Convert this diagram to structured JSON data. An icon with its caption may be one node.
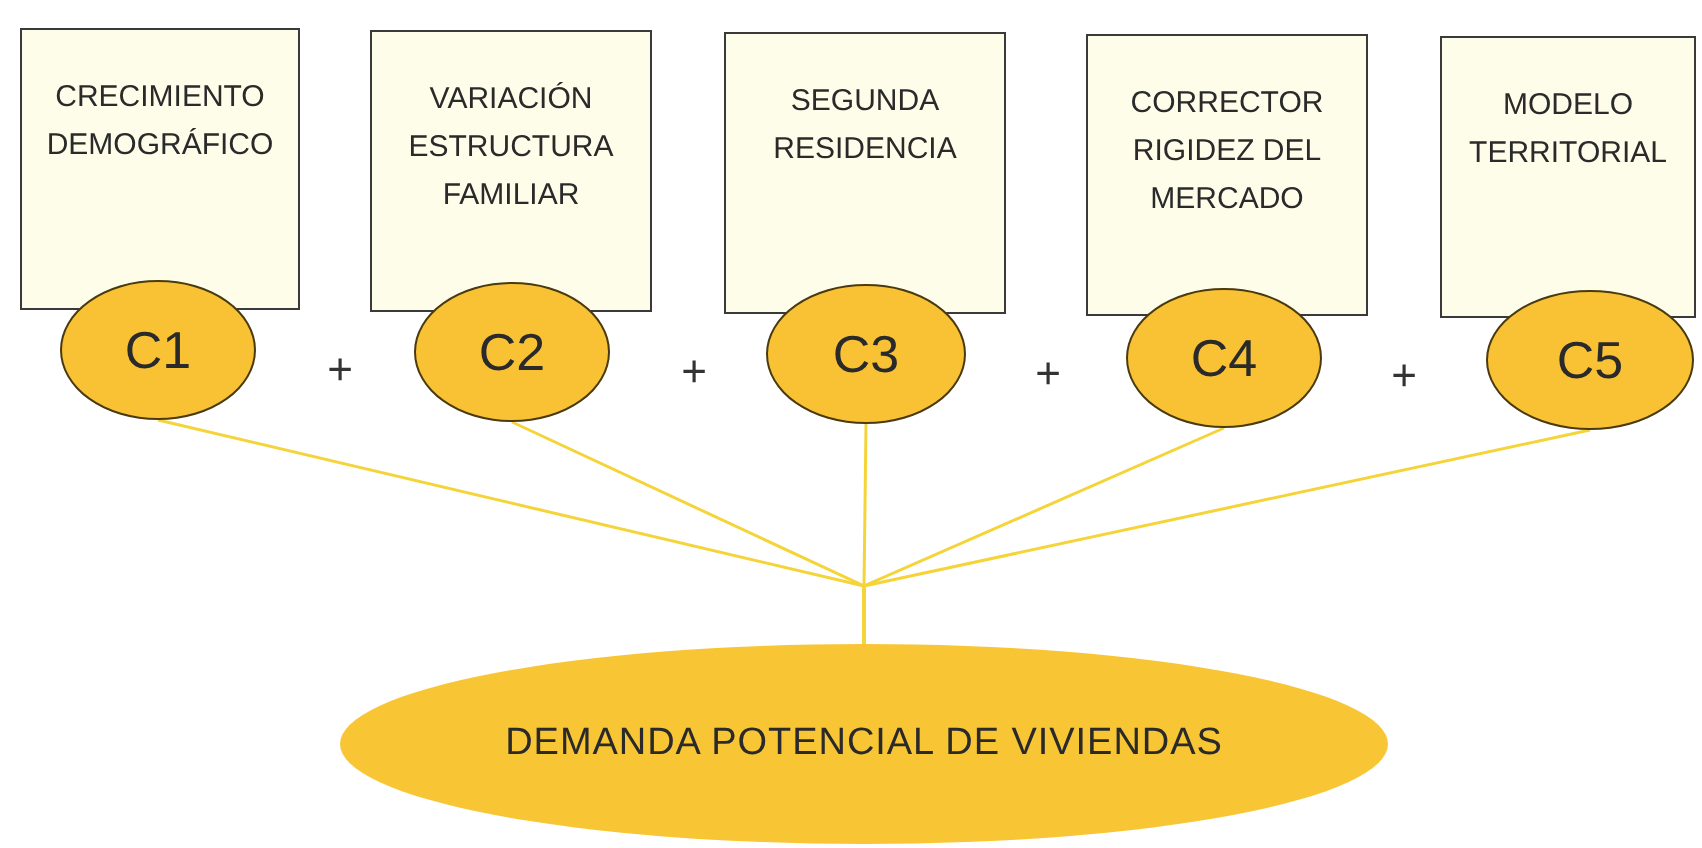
{
  "diagram": {
    "nodes": [
      {
        "text": [
          "CRECIMIENTO DEMOGRÁFICO"
        ]
      },
      {
        "text": [
          "VARIACIÓN ESTRUCTURA FAMILIAR"
        ]
      },
      {
        "text": [
          "SEGUNDA RESIDENCIA"
        ]
      },
      {
        "text": [
          "CORRECTOR RIGIDEZ DEL MERCADO"
        ]
      },
      {
        "text": [
          "MODELO TERRITORIAL"
        ]
      },
      {
        "text": [
          "C1"
        ]
      },
      {
        "text": [
          "C2"
        ]
      },
      {
        "text": [
          "C3"
        ]
      },
      {
        "text": [
          "C4"
        ]
      },
      {
        "text": [
          "C5"
        ]
      },
      {
        "text": [
          "DEMANDA POTENCIAL DE VIVIENDAS"
        ]
      }
    ],
    "edges": [
      {
        "from": 5,
        "to": 10,
        "arrow": "none"
      },
      {
        "from": 6,
        "to": 10,
        "arrow": "none"
      },
      {
        "from": 7,
        "to": 10,
        "arrow": "none"
      },
      {
        "from": 8,
        "to": 10,
        "arrow": "none"
      },
      {
        "from": 9,
        "to": 10,
        "arrow": "none"
      }
    ],
    "labels": [
      "+",
      "+",
      "+",
      "+"
    ]
  }
}
